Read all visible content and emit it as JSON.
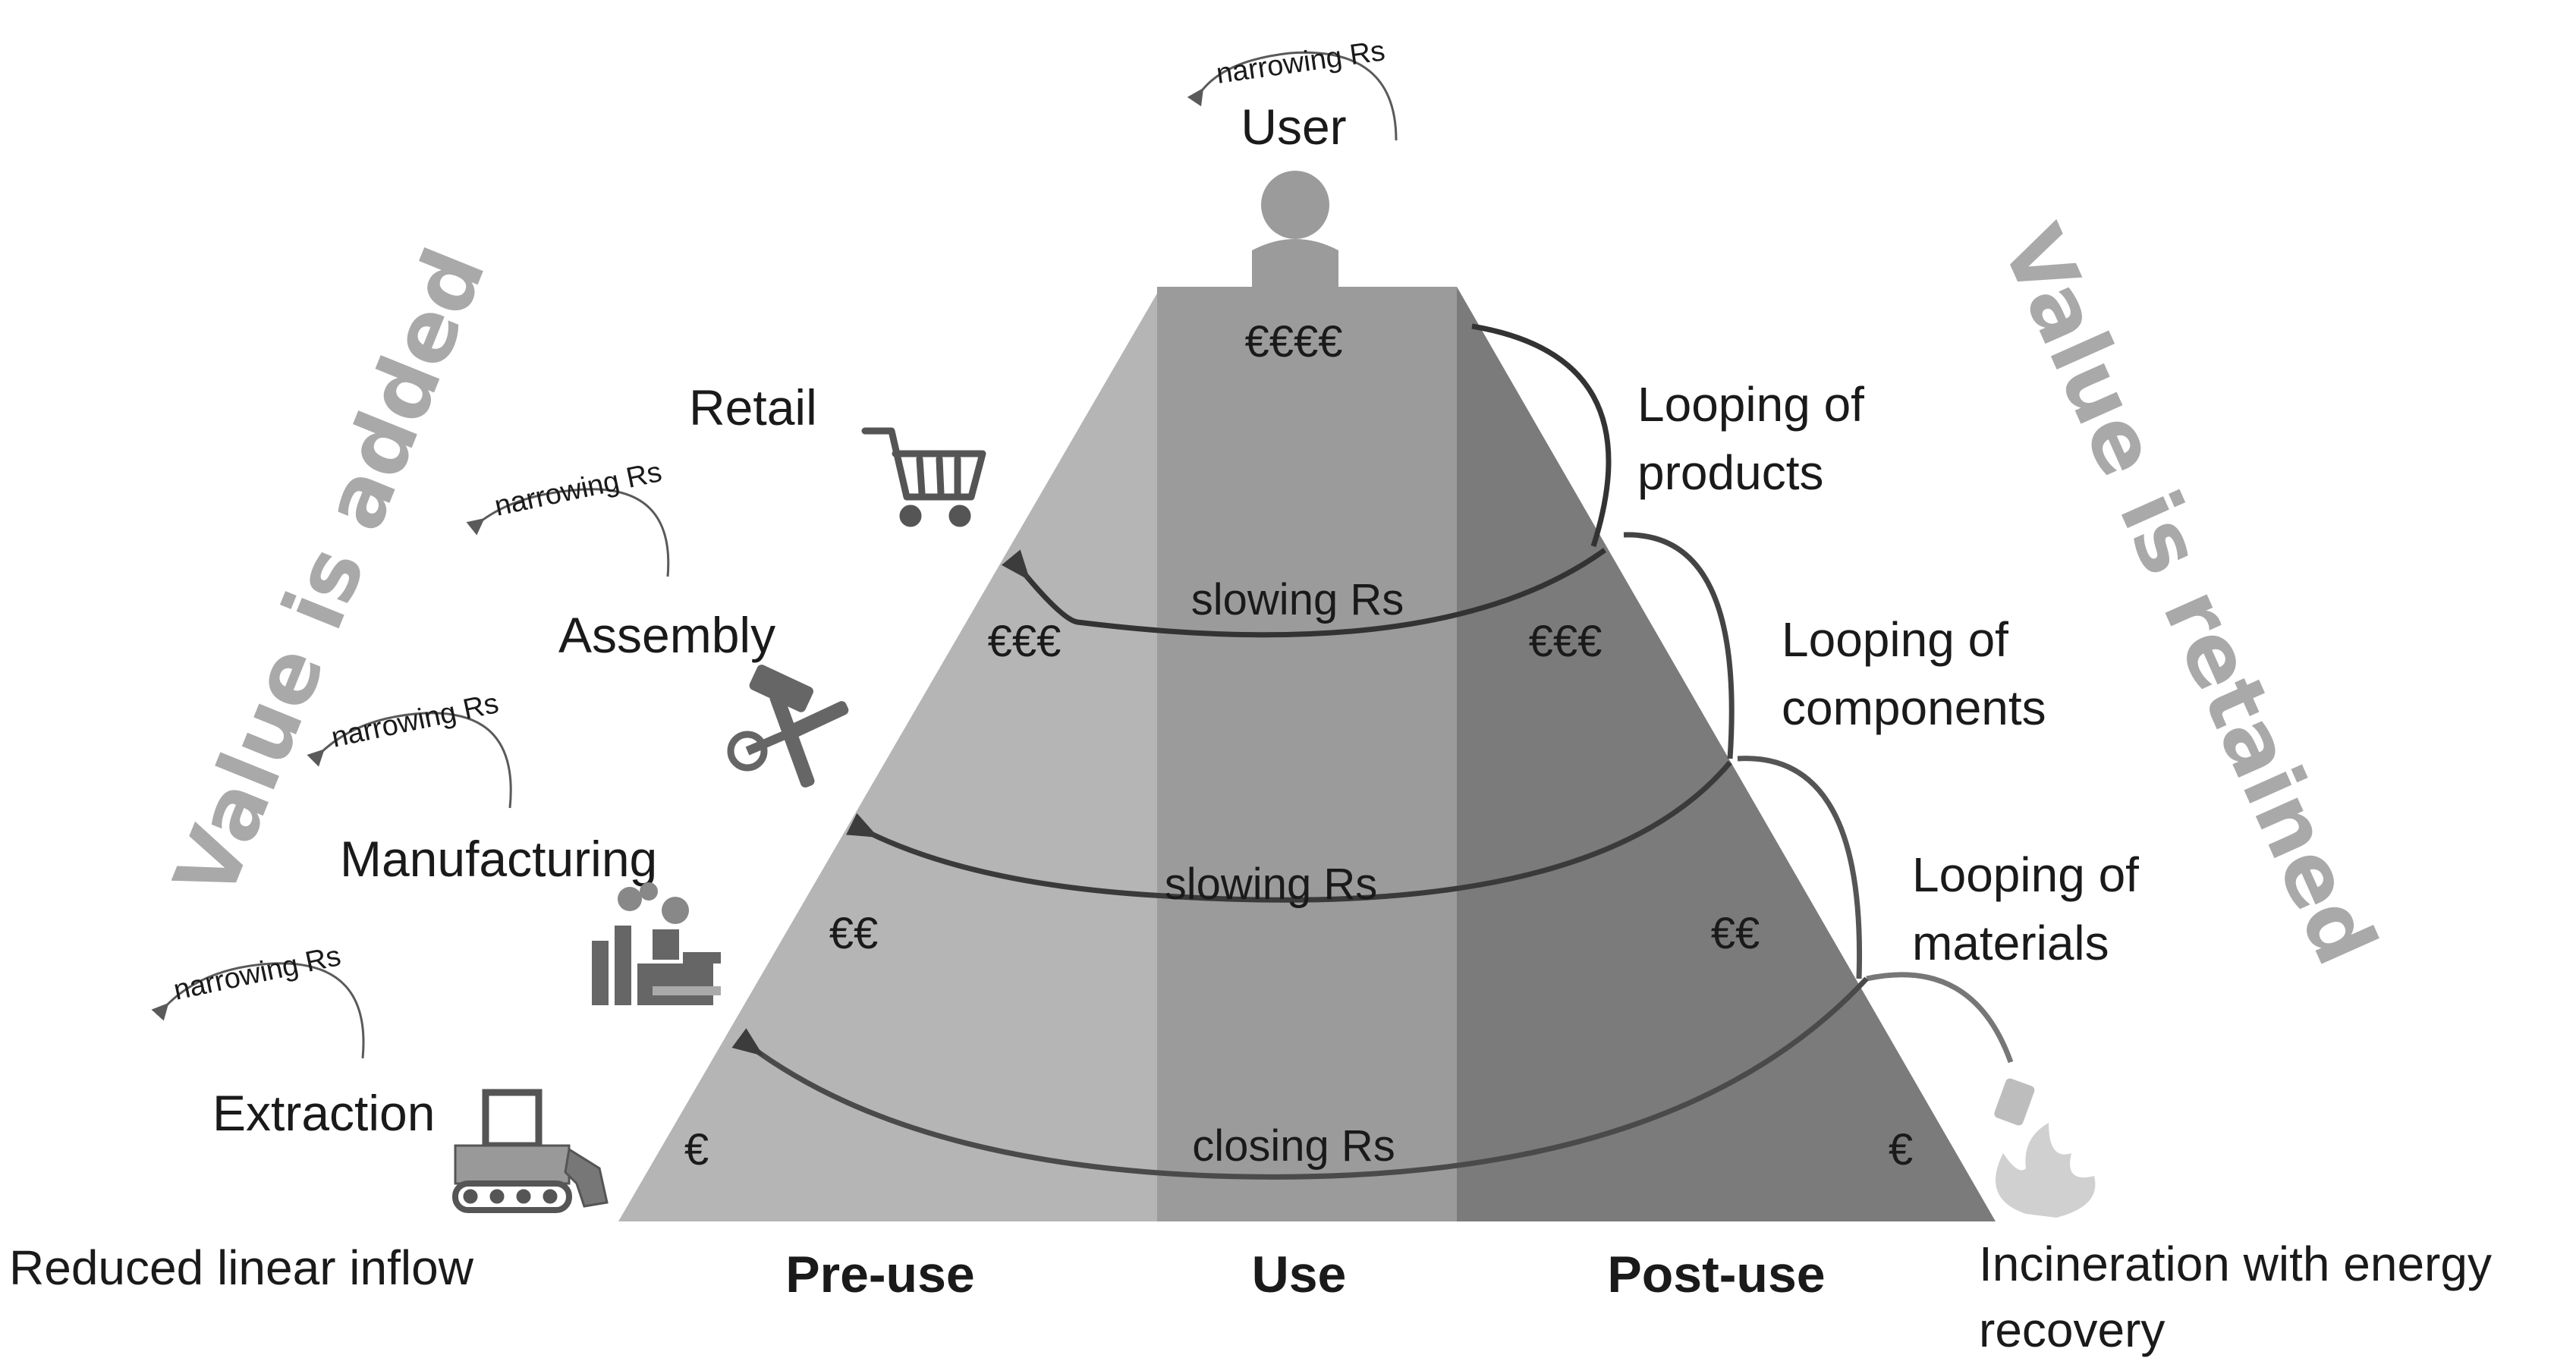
{
  "diagram": {
    "side_labels": {
      "left": "Value is added",
      "right": "Value is retained"
    },
    "top": {
      "user": "User",
      "narrowing": "narrowing Rs"
    },
    "stages": {
      "retail": "Retail",
      "assembly": "Assembly",
      "manufacturing": "Manufacturing",
      "extraction": "Extraction",
      "narrowing": "narrowing Rs"
    },
    "currency": {
      "top": "€€€€",
      "level3_left": "€€€",
      "level3_right": "€€€",
      "level2_left": "€€",
      "level2_right": "€€",
      "level1_left": "€",
      "level1_right": "€"
    },
    "arrows": {
      "slowing_upper": "slowing Rs",
      "slowing_lower": "slowing Rs",
      "closing": "closing Rs"
    },
    "looping": {
      "products_line1": "Looping of",
      "products_line2": "products",
      "components_line1": "Looping of",
      "components_line2": "components",
      "materials_line1": "Looping of",
      "materials_line2": "materials"
    },
    "bottom": {
      "reduced_inflow": "Reduced linear inflow",
      "pre_use": "Pre-use",
      "use": "Use",
      "post_use": "Post-use",
      "incineration_line1": "Incineration with energy",
      "incineration_line2": "recovery"
    },
    "colors": {
      "pre_use": "#b5b5b5",
      "use": "#9a9a9a",
      "post_use": "#7b7b7b",
      "side_text": "#a9a9a9",
      "arrow": "#3c3c3c"
    },
    "icons": [
      "person-icon",
      "shopping-cart-icon",
      "tools-icon",
      "factory-icon",
      "excavator-icon",
      "flame-icon"
    ]
  }
}
